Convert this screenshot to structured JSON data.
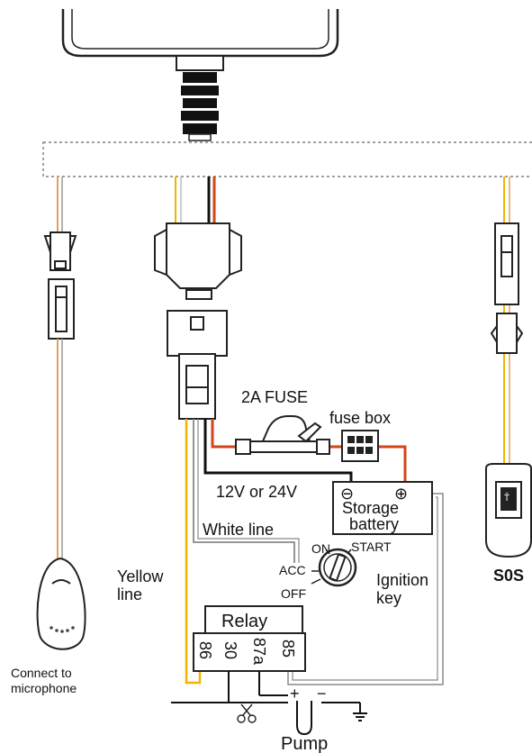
{
  "labels": {
    "fuse": "2A FUSE",
    "fuse_box": "fuse box",
    "voltage": "12V or 24V",
    "battery_line1": "Storage",
    "battery_line2": "battery",
    "battery_minus": "⊖",
    "battery_plus": "⊕",
    "white_line": "White line",
    "yellow_line1": "Yellow",
    "yellow_line2": "line",
    "ignition_on": "ON",
    "ignition_start": "START",
    "ignition_acc": "ACC",
    "ignition_off": "OFF",
    "ignition_key1": "Ignition",
    "ignition_key2": "key",
    "relay": "Relay",
    "relay_pin_86": "86",
    "relay_pin_30": "30",
    "relay_pin_87a": "87a",
    "relay_pin_85": "85",
    "pump": "Pump",
    "pump_plus": "+",
    "pump_minus": "−",
    "sos": "S0S",
    "microphone_line1": "Connect to",
    "microphone_line2": "microphone"
  },
  "colors": {
    "wire_black": "#111111",
    "wire_red": "#d2461a",
    "wire_yellow": "#f2b400",
    "wire_orange": "#e0a060",
    "wire_grey": "#888888",
    "outline": "#222222"
  },
  "icons": {
    "scissors": "scissors-icon",
    "ground": "ground-icon",
    "sos_button": "sos-button-icon"
  }
}
